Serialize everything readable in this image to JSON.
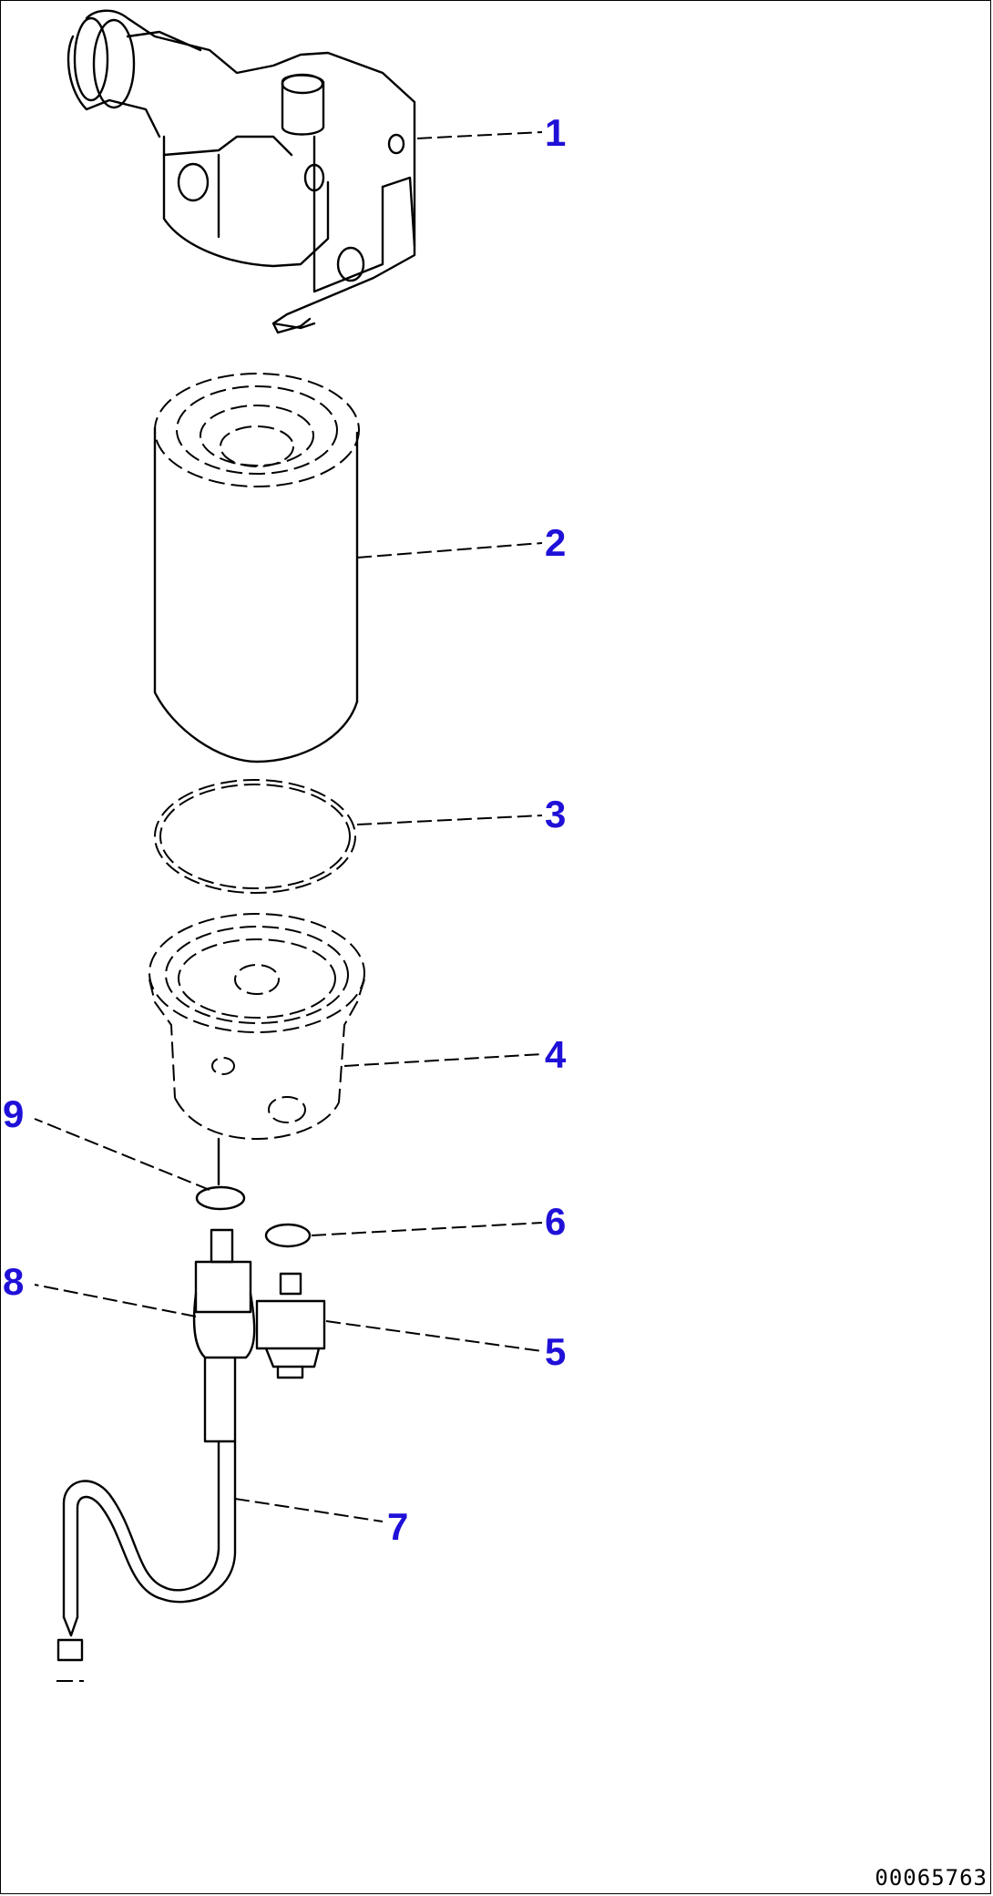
{
  "callouts": [
    {
      "id": "1",
      "label": "1"
    },
    {
      "id": "2",
      "label": "2"
    },
    {
      "id": "3",
      "label": "3"
    },
    {
      "id": "4",
      "label": "4"
    },
    {
      "id": "5",
      "label": "5"
    },
    {
      "id": "6",
      "label": "6"
    },
    {
      "id": "7",
      "label": "7"
    },
    {
      "id": "8",
      "label": "8"
    },
    {
      "id": "9",
      "label": "9"
    }
  ],
  "drawing_number": "00065763",
  "colors": {
    "callout": "#1f10d8",
    "line": "#000000",
    "background": "#ffffff"
  }
}
